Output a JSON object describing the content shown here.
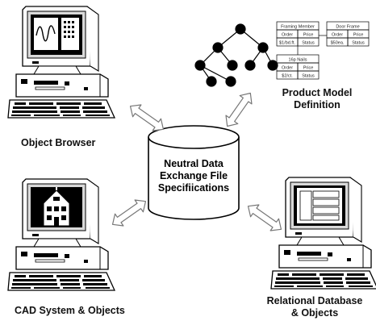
{
  "center": {
    "lines": [
      "Neutral Data",
      "Exchange File",
      "Specifiications"
    ]
  },
  "labels": {
    "object_browser": "Object Browser",
    "cad_system": "CAD System & Objects",
    "relational_db_1": "Relational Database",
    "relational_db_2": "& Objects",
    "product_model_1": "Product Model",
    "product_model_2": "Definition"
  },
  "tables": {
    "framing": {
      "title": "Framing Member",
      "h1": "Order",
      "h2": "Price",
      "c1": "$1/bd.ft.",
      "c2": "Status"
    },
    "door": {
      "title": "Door Frame",
      "h1": "Order",
      "h2": "Price",
      "c1": "$50ea.",
      "c2": "Status"
    },
    "nails": {
      "title": "16p Nails",
      "h1": "Order",
      "h2": "Price",
      "c1": "$2/ct.",
      "c2": "Status"
    }
  },
  "icons": [
    "workstation-icon",
    "house-icon",
    "waveform-icon",
    "database-form-icon",
    "tree-hierarchy-icon",
    "double-arrow-icon"
  ]
}
